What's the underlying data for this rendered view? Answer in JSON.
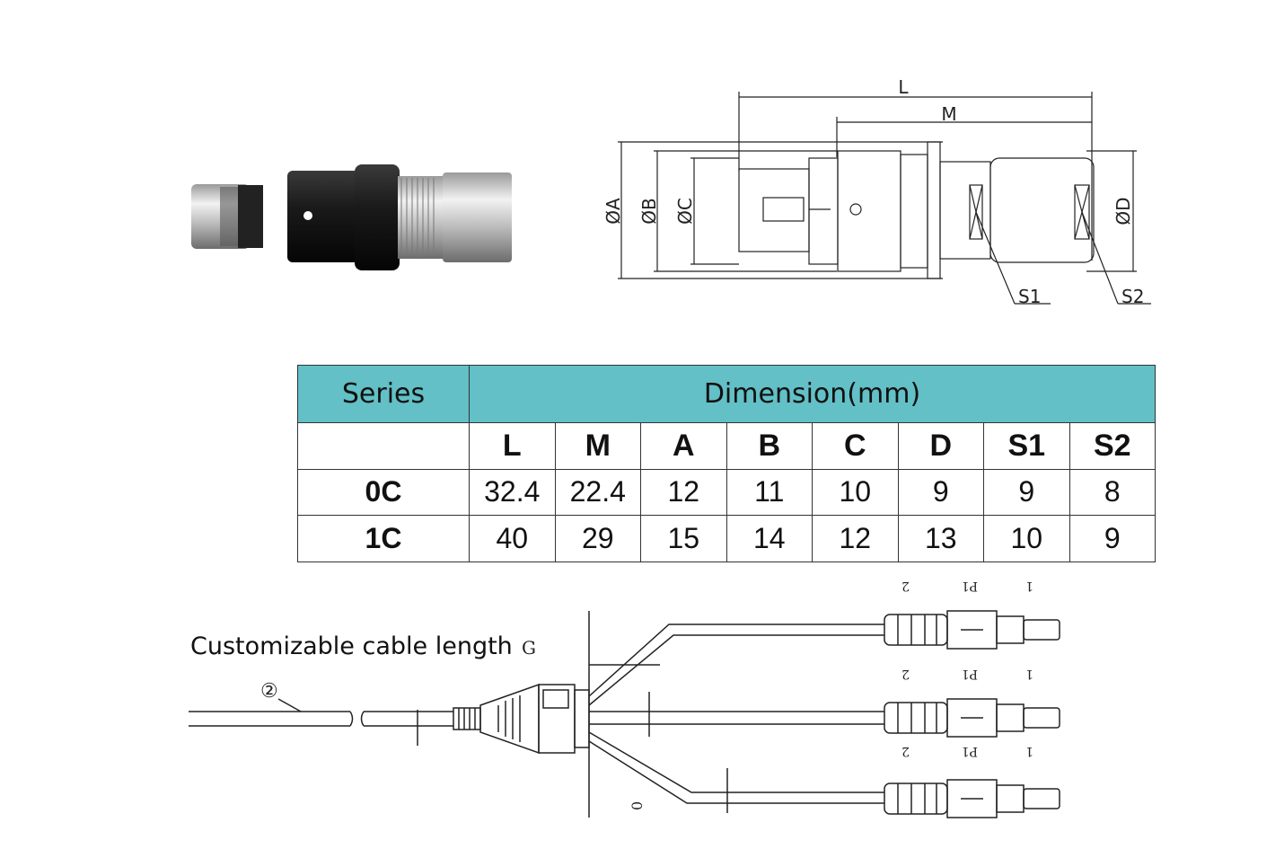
{
  "drawing": {
    "labels": {
      "L": "L",
      "M": "M",
      "dA": "ØA",
      "dB": "ØB",
      "dC": "ØC",
      "dD": "ØD",
      "S1": "S1",
      "S2": "S2"
    }
  },
  "table": {
    "series_header": "Series",
    "dimension_header": "Dimension(mm)",
    "columns": [
      "L",
      "M",
      "A",
      "B",
      "C",
      "D",
      "S1",
      "S2"
    ],
    "rows": [
      {
        "series": "0C",
        "values": [
          "32.4",
          "22.4",
          "12",
          "11",
          "10",
          "9",
          "9",
          "8"
        ]
      },
      {
        "series": "1C",
        "values": [
          "40",
          "29",
          "15",
          "14",
          "12",
          "13",
          "10",
          "9"
        ]
      }
    ]
  },
  "cable": {
    "label": "Customizable cable length",
    "g_label": "G",
    "callout": "②",
    "connector_labels": {
      "part2": "2",
      "p1": "P1",
      "part1": "1"
    },
    "zero_label": "0"
  },
  "colors": {
    "header_bg": "#62c0c6",
    "border": "#333333"
  }
}
